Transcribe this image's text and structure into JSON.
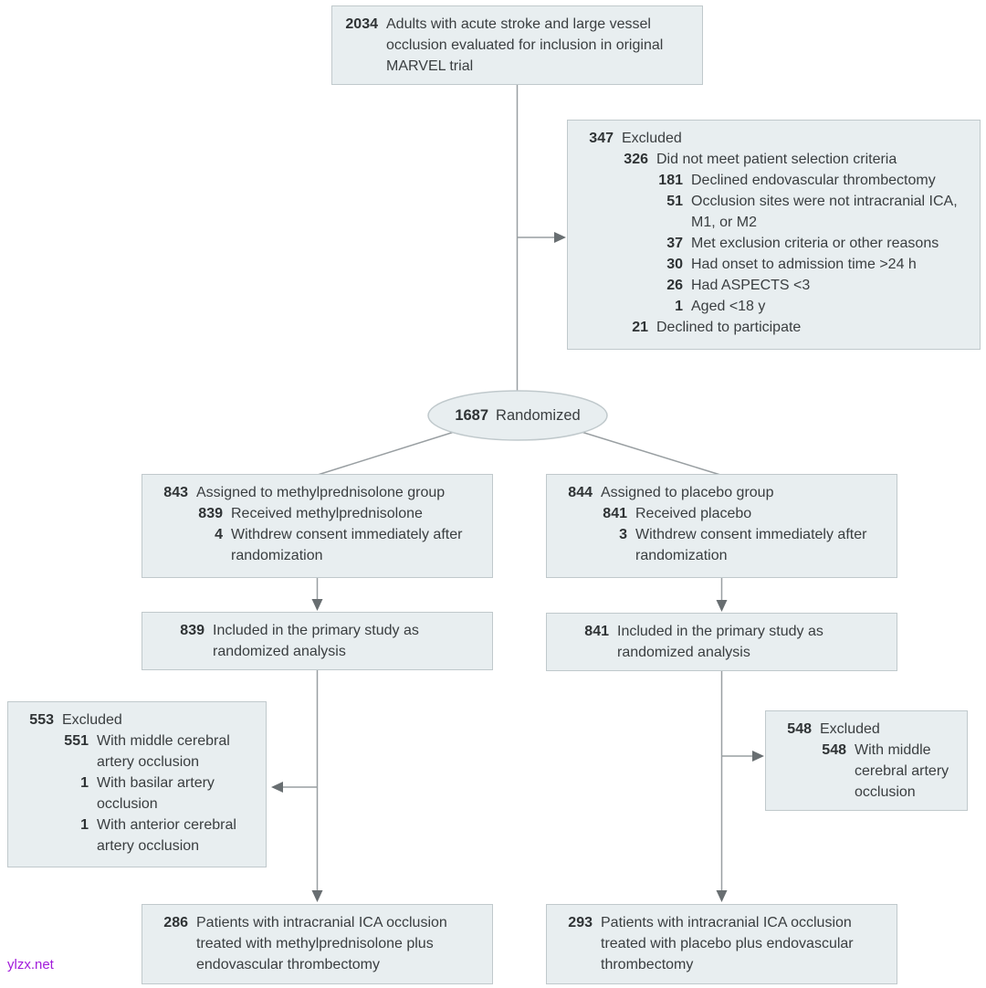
{
  "palette": {
    "box_fill": "#e8eef0",
    "box_border": "#c0c9cc",
    "line": "#999fa2",
    "arrowhead": "#686e71",
    "num_color": "#2f3335",
    "text_color": "#3a3e40",
    "watermark_color": "#a21cdb"
  },
  "watermark": {
    "text": "ylzx.net"
  },
  "nodes": {
    "eligible": {
      "rows": [
        {
          "n": "2034",
          "t": "Adults with acute stroke and large vessel occlusion evaluated for inclusion in original MARVEL trial",
          "level": 0
        }
      ]
    },
    "excluded_top": {
      "rows": [
        {
          "n": "347",
          "t": "Excluded",
          "level": 0
        },
        {
          "n": "326",
          "t": "Did not meet patient selection criteria",
          "level": 1
        },
        {
          "n": "181",
          "t": "Declined endovascular thrombectomy",
          "level": 2
        },
        {
          "n": "51",
          "t": "Occlusion sites were not intracranial ICA, M1, or M2",
          "level": 2
        },
        {
          "n": "37",
          "t": "Met exclusion criteria or other reasons",
          "level": 2
        },
        {
          "n": "30",
          "t": "Had onset to admission time >24 h",
          "level": 2
        },
        {
          "n": "26",
          "t": "Had ASPECTS <3",
          "level": 2
        },
        {
          "n": "1",
          "t": "Aged <18 y",
          "level": 2
        },
        {
          "n": "21",
          "t": "Declined to participate",
          "level": 1
        }
      ]
    },
    "randomized": {
      "n": "1687",
      "t": "Randomized"
    },
    "group_left": {
      "rows": [
        {
          "n": "843",
          "t": "Assigned to methylprednisolone group",
          "level": 0
        },
        {
          "n": "839",
          "t": "Received methylprednisolone",
          "level": 1
        },
        {
          "n": "4",
          "t": "Withdrew consent immediately after randomization",
          "level": 1
        }
      ]
    },
    "group_right": {
      "rows": [
        {
          "n": "844",
          "t": "Assigned to placebo group",
          "level": 0
        },
        {
          "n": "841",
          "t": "Received placebo",
          "level": 1
        },
        {
          "n": "3",
          "t": "Withdrew consent immediately after randomization",
          "level": 1
        }
      ]
    },
    "included_left": {
      "rows": [
        {
          "n": "839",
          "t": "Included in the primary study as randomized analysis",
          "level": 0
        }
      ]
    },
    "included_right": {
      "rows": [
        {
          "n": "841",
          "t": "Included in the primary study as randomized analysis",
          "level": 0
        }
      ]
    },
    "excluded_left": {
      "rows": [
        {
          "n": "553",
          "t": "Excluded",
          "level": 0
        },
        {
          "n": "551",
          "t": "With middle cerebral artery occlusion",
          "level": 1
        },
        {
          "n": "1",
          "t": "With basilar artery occlusion",
          "level": 1
        },
        {
          "n": "1",
          "t": "With anterior cerebral artery occlusion",
          "level": 1
        }
      ]
    },
    "excluded_right": {
      "rows": [
        {
          "n": "548",
          "t": "Excluded",
          "level": 0
        },
        {
          "n": "548",
          "t": "With middle cerebral artery occlusion",
          "level": 1
        }
      ]
    },
    "final_left": {
      "rows": [
        {
          "n": "286",
          "t": "Patients with intracranial ICA occlusion treated with methylprednisolone plus endovascular thrombectomy",
          "level": 0
        }
      ]
    },
    "final_right": {
      "rows": [
        {
          "n": "293",
          "t": "Patients with intracranial ICA occlusion treated with placebo plus endovascular thrombectomy",
          "level": 0
        }
      ]
    }
  }
}
